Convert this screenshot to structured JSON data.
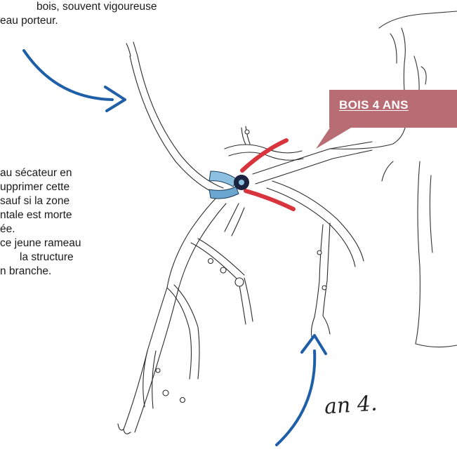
{
  "top_note": {
    "line1": "bois, souvent vigoureuse",
    "line2": "eau porteur."
  },
  "left_note": {
    "lines": [
      "au sécateur en",
      "upprimer cette",
      "sauf si la zone",
      "ntale est morte",
      "ée.",
      "ce jeune rameau",
      "la  structure",
      "n branche."
    ]
  },
  "label": {
    "text": "BOIS  4  ANS"
  },
  "handwritten": {
    "text": "an 4."
  },
  "colors": {
    "arrow_blue": "#1f5fa8",
    "label_bg": "#b76d73",
    "pruner_red": "#d8343d",
    "pruner_blue": "#8cc0e0"
  },
  "icons": [
    "pruning-shears-icon",
    "arrow-icon"
  ]
}
